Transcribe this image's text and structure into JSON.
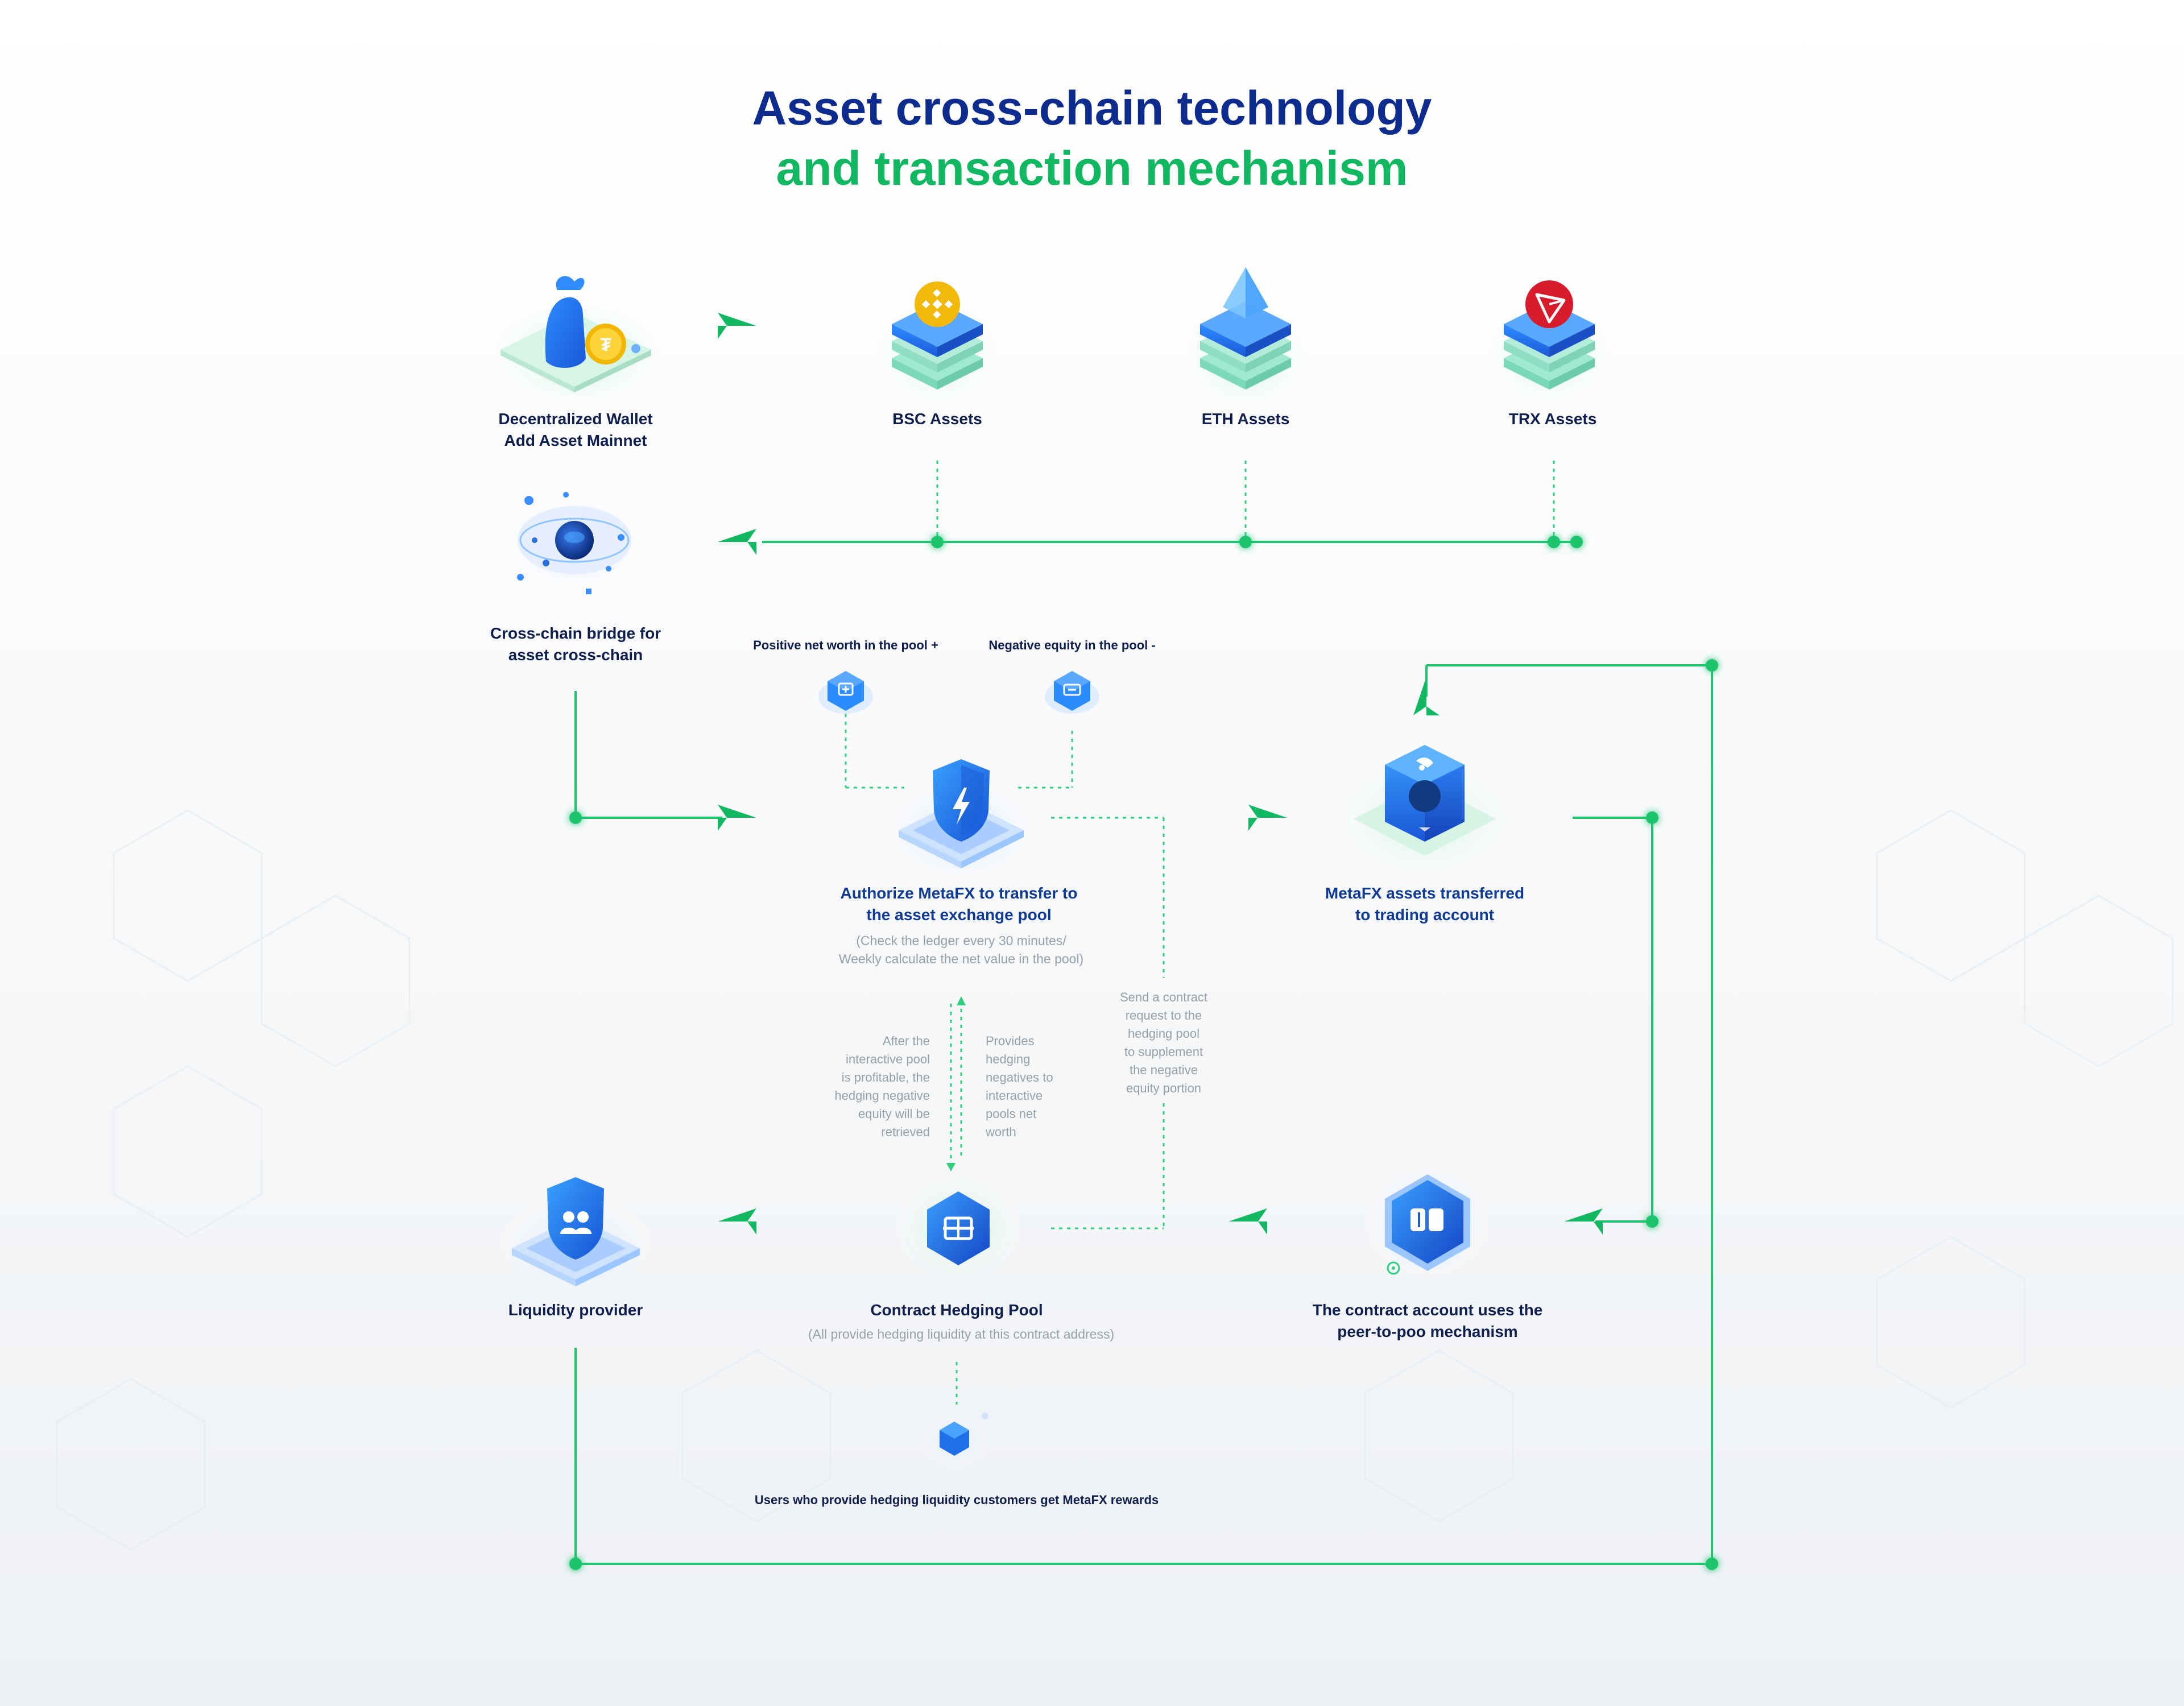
{
  "title": {
    "line1": "Asset cross-chain technology",
    "line2": "and transaction mechanism"
  },
  "colors": {
    "title_blue": "#0e2c8e",
    "title_green": "#12b861",
    "connector_green": "#1ec46e",
    "node_blue": "#1e7bf2",
    "label_dark": "#0f1f4d",
    "note_gray": "#9aa0a8"
  },
  "nodes": {
    "wallet": {
      "line1": "Decentralized Wallet",
      "line2": "Add Asset Mainnet",
      "icon": "wallet-coin-icon"
    },
    "bsc": {
      "label": "BSC Assets",
      "icon": "bsc-coin-stack-icon"
    },
    "eth": {
      "label": "ETH Assets",
      "icon": "eth-coin-stack-icon"
    },
    "trx": {
      "label": "TRX Assets",
      "icon": "trx-coin-stack-icon"
    },
    "bridge": {
      "line1": "Cross-chain bridge for",
      "line2": "asset cross-chain",
      "icon": "globe-bridge-icon"
    },
    "positive": {
      "label": "Positive net worth in the pool +",
      "icon": "positive-box-icon"
    },
    "negative": {
      "label": "Negative equity in the pool -",
      "icon": "negative-box-icon"
    },
    "authorize": {
      "line1": "Authorize MetaFX to transfer to",
      "line2": "the asset exchange pool",
      "sub1": "(Check the ledger every 30 minutes/",
      "sub2": "Weekly calculate the net value in the pool)",
      "icon": "shield-lightning-icon"
    },
    "trading": {
      "line1": "MetaFX assets transferred",
      "line2": "to trading account",
      "icon": "cube-account-icon"
    },
    "liquidity": {
      "label": "Liquidity provider",
      "icon": "shield-people-icon"
    },
    "hedging": {
      "label": "Contract Hedging Pool",
      "sub": "(All provide hedging liquidity at this contract address)",
      "icon": "hexagon-pool-icon"
    },
    "contract": {
      "line1": "The contract account uses the",
      "line2": "peer-to-poo mechanism",
      "icon": "hexagon-contract-icon"
    },
    "rewards": {
      "label": "Users who provide hedging liquidity customers get MetaFX rewards",
      "icon": "small-hexagon-icon"
    }
  },
  "notes": {
    "retrieved": "After the\ninteractive pool\nis profitable, the\nhedging negative\nequity will be\nretrieved",
    "provides": "Provides\nhedging\nnegatives to\ninteractive\npools net\nworth",
    "send_request": "Send a contract\nrequest to the\nhedging pool\nto supplement\nthe negative\nequity portion"
  }
}
